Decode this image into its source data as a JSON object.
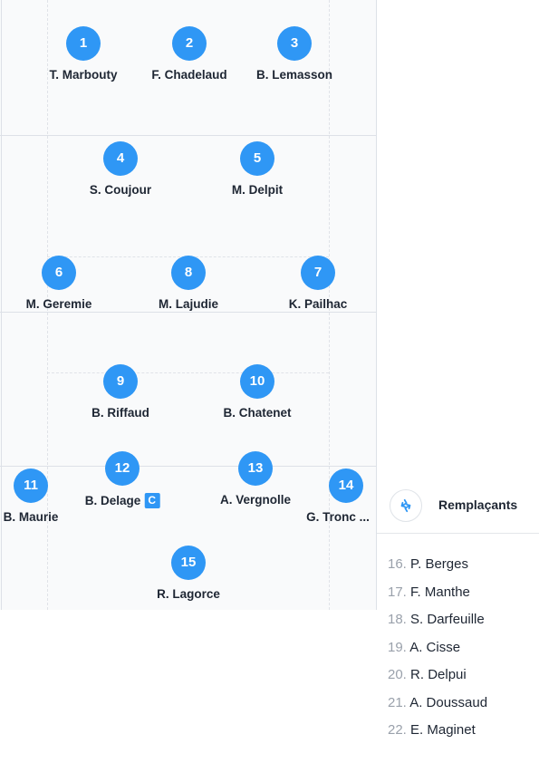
{
  "lineup": {
    "players": [
      {
        "number": "1",
        "name": "T. Marbouty"
      },
      {
        "number": "2",
        "name": "F. Chadelaud"
      },
      {
        "number": "3",
        "name": "B. Lemasson"
      },
      {
        "number": "4",
        "name": "S. Coujour"
      },
      {
        "number": "5",
        "name": "M. Delpit"
      },
      {
        "number": "6",
        "name": "M. Geremie"
      },
      {
        "number": "8",
        "name": "M. Lajudie"
      },
      {
        "number": "7",
        "name": "K. Pailhac"
      },
      {
        "number": "9",
        "name": "B. Riffaud"
      },
      {
        "number": "10",
        "name": "B. Chatenet"
      },
      {
        "number": "11",
        "name": "B. Maurie"
      },
      {
        "number": "12",
        "name": "B. Delage"
      },
      {
        "number": "13",
        "name": "A. Vergnolle"
      },
      {
        "number": "14",
        "name": "G. Tronc ..."
      },
      {
        "number": "15",
        "name": "R. Lagorce"
      }
    ],
    "captain_badge": "C"
  },
  "substitutes": {
    "title": "Remplaçants",
    "swap_icon": "swap-arrows-icon",
    "accent_color": "#2f97f5",
    "items": [
      {
        "number": "16.",
        "name": "P. Berges"
      },
      {
        "number": "17.",
        "name": "F. Manthe"
      },
      {
        "number": "18.",
        "name": "S. Darfeuille"
      },
      {
        "number": "19.",
        "name": "A. Cisse"
      },
      {
        "number": "20.",
        "name": "R. Delpui"
      },
      {
        "number": "21.",
        "name": "A. Doussaud"
      },
      {
        "number": "22.",
        "name": "E. Maginet"
      }
    ]
  }
}
